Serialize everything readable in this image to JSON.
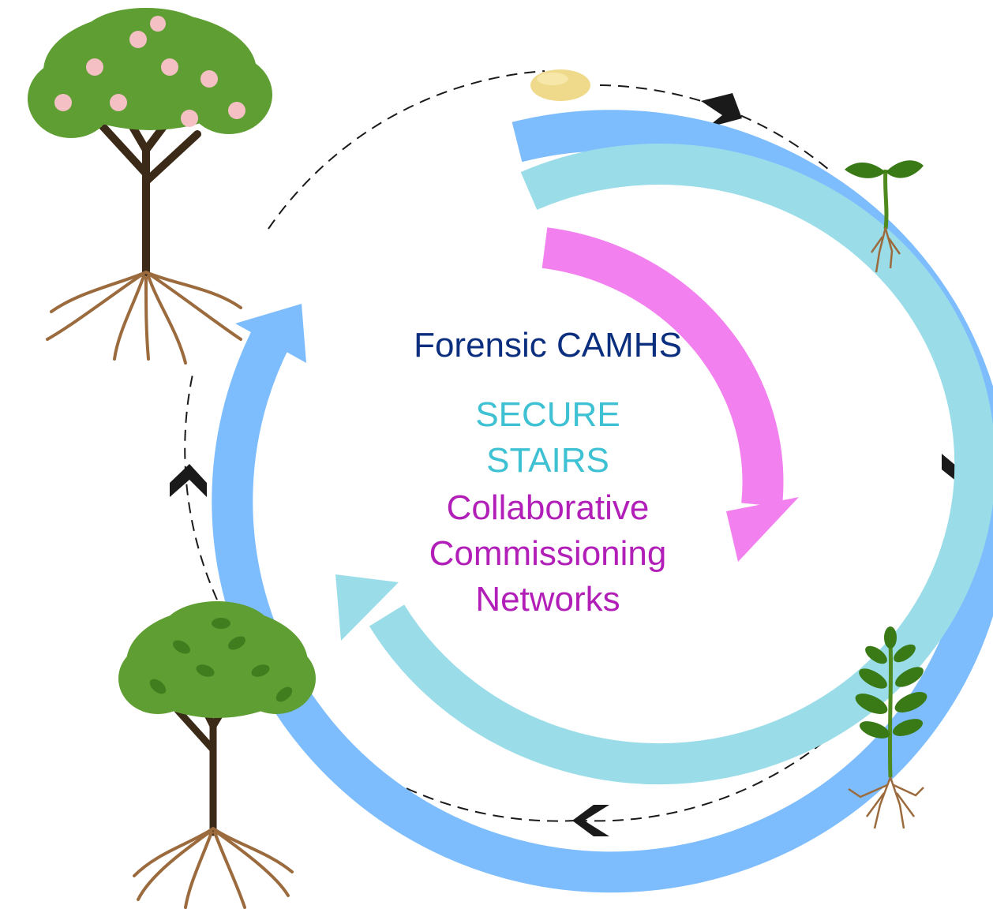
{
  "center_labels": {
    "line1": "Forensic CAMHS",
    "line2": "SECURE",
    "line3": "STAIRS",
    "line4": "Collaborative",
    "line5": "Commissioning",
    "line6": "Networks"
  },
  "colors": {
    "forensic_camhs": "#0b2f7e",
    "secure_stairs": "#3ec1d3",
    "networks": "#b21fb8",
    "outer_ring": "#7dbdfd",
    "middle_ring": "#9adde9",
    "inner_ring": "#f380ef",
    "cycle_line": "#1a1a1a"
  },
  "lifecycle_stages": [
    {
      "name": "seed-icon"
    },
    {
      "name": "sprout-icon"
    },
    {
      "name": "seedling-icon"
    },
    {
      "name": "young-tree-icon"
    },
    {
      "name": "flowering-tree-icon"
    }
  ]
}
